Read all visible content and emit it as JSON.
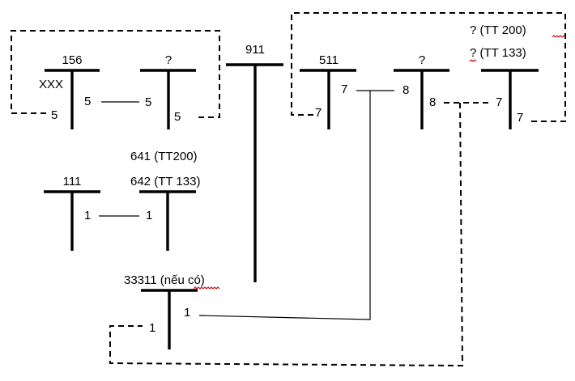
{
  "accounts": {
    "a156": {
      "code": "156",
      "left_entry": "XXX",
      "left_bottom": "5",
      "right_value": "5"
    },
    "a156_counter": {
      "code": "?",
      "left_value": "5",
      "right_bottom": "5"
    },
    "a911": {
      "code": "911"
    },
    "a511": {
      "code": "511",
      "left_value": "7",
      "right_value": "7"
    },
    "a511_counter": {
      "code": "?",
      "left_value": "8",
      "right_value": "8"
    },
    "a_expense": {
      "code_line1": "? (TT 200)",
      "code_line2": "? (TT 133)",
      "left_value": "7",
      "right_bottom": "7"
    },
    "a111": {
      "code": "111",
      "right_value": "1"
    },
    "a641": {
      "code_line1": "641 (TT200)",
      "code_line2": "642 (TT 133)",
      "left_value": "1"
    },
    "a33311": {
      "code": "33311 (nếu có)",
      "left_value": "1",
      "right_value": "1"
    }
  }
}
